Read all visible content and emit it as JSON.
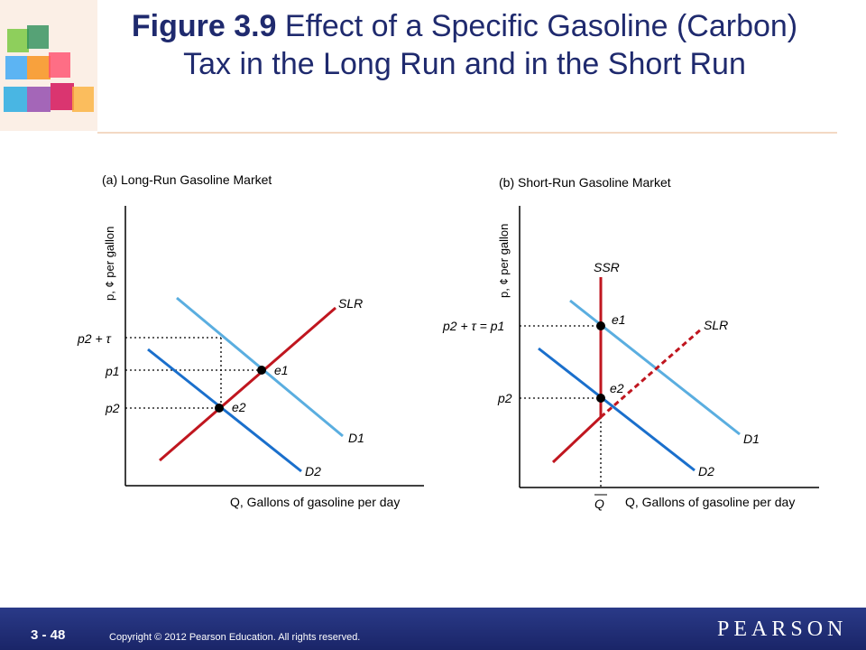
{
  "title": {
    "figure_label": "Figure 3.9",
    "text": "Effect of a Specific Gasoline (Carbon) Tax in the Long Run and in the Short Run"
  },
  "panel_a": {
    "title": "(a) Long-Run Gasoline Market",
    "y_axis_label": "p, ¢ per gallon",
    "x_axis_label": "Q, Gallons of gasoline per day",
    "price_labels": {
      "p2_plus_tau": "p2 + τ",
      "p1": "p1",
      "p2": "p2"
    },
    "curve_labels": {
      "supply": "SLR",
      "demand1": "D1",
      "demand2": "D2"
    },
    "points": {
      "e1": "e1",
      "e2": "e2"
    }
  },
  "panel_b": {
    "title": "(b) Short-Run Gasoline Market",
    "y_axis_label": "p, ¢ per gallon",
    "x_axis_label": "Q, Gallons of gasoline per day",
    "q_label": "Q",
    "price_labels": {
      "p2_plus_tau_eq_p1": "p2 + τ = p1",
      "p2": "p2"
    },
    "curve_labels": {
      "short_run_supply": "SSR",
      "long_run_supply": "SLR",
      "demand1": "D1",
      "demand2": "D2"
    },
    "points": {
      "e1": "e1",
      "e2": "e2"
    }
  },
  "footer": {
    "slide_number": "3 - 48",
    "copyright": "Copyright © 2012 Pearson Education. All rights reserved.",
    "publisher": "PEARSON"
  },
  "colors": {
    "title": "#1f2a6e",
    "supply": "#c0161f",
    "demand_original": "#5aaee0",
    "demand_after_tax": "#1a6fcc",
    "footer": "#22307a"
  }
}
